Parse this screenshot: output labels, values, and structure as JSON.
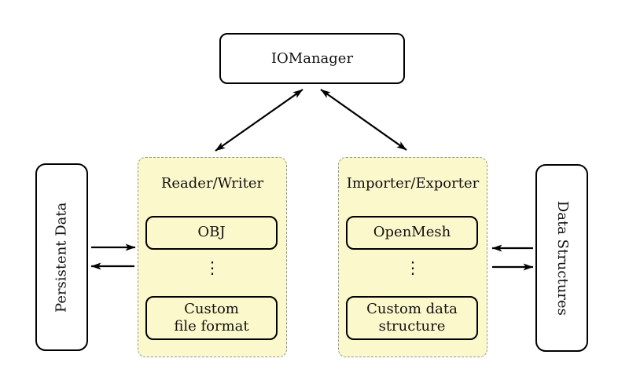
{
  "diagram": {
    "nodes": {
      "iomanager": {
        "label": "IOManager"
      },
      "persistent_data": {
        "label": "Persistent Data"
      },
      "data_structures": {
        "label": "Data Structures"
      },
      "reader_writer": {
        "label": "Reader/Writer",
        "items": [
          {
            "label": "OBJ"
          },
          {
            "label": "⋮"
          },
          {
            "label": "Custom\nfile format"
          }
        ]
      },
      "importer_exporter": {
        "label": "Importer/Exporter",
        "items": [
          {
            "label": "OpenMesh"
          },
          {
            "label": "⋮"
          },
          {
            "label": "Custom data\nstructure"
          }
        ]
      }
    },
    "edges": [
      {
        "from": "iomanager",
        "to": "reader_writer",
        "direction": "both"
      },
      {
        "from": "iomanager",
        "to": "importer_exporter",
        "direction": "both"
      },
      {
        "from": "persistent_data",
        "to": "reader_writer",
        "direction": "forward"
      },
      {
        "from": "reader_writer",
        "to": "persistent_data",
        "direction": "forward"
      },
      {
        "from": "data_structures",
        "to": "importer_exporter",
        "direction": "forward"
      },
      {
        "from": "importer_exporter",
        "to": "data_structures",
        "direction": "forward"
      }
    ],
    "colors": {
      "background": "#ffffff",
      "panel_fill": "#fbf8cb",
      "panel_border": "#979797",
      "node_fill": "#ffffff",
      "node_border": "#000000",
      "arrow": "#000000",
      "text": "#111111"
    }
  }
}
